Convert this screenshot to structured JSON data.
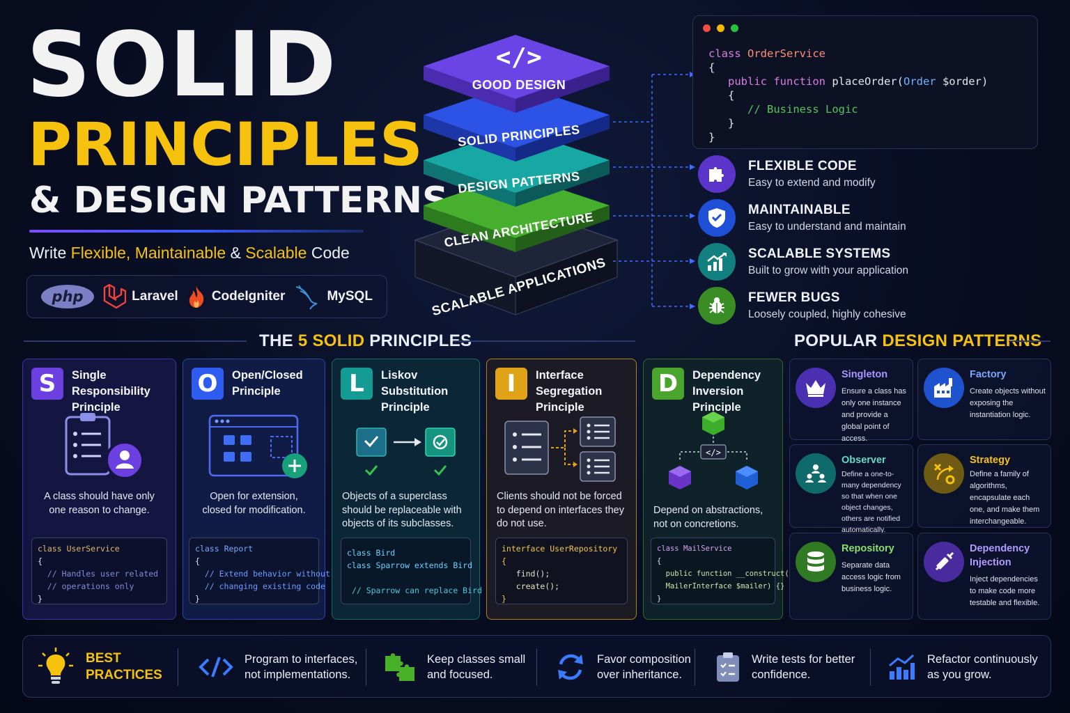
{
  "hero": {
    "title_line1": "SOLID",
    "title_line2": "PRINCIPLES",
    "title_line3": "& DESIGN PATTERNS",
    "tagline": {
      "prefix": "Write ",
      "word1": "Flexible",
      "sep1": ", ",
      "word2": "Maintainable",
      "sep2": " & ",
      "word3": "Scalable",
      "suffix": " Code"
    },
    "tech": [
      "php",
      "Laravel",
      "CodeIgniter",
      "MySQL"
    ]
  },
  "stack": {
    "layers": [
      "GOOD DESIGN",
      "SOLID PRINCIPLES",
      "DESIGN PATTERNS",
      "CLEAN ARCHITECTURE",
      "SCALABLE APPLICATIONS"
    ],
    "top_glyph": "</>",
    "colors": [
      "#6a3ee0",
      "#2e4fe0",
      "#129a9a",
      "#3aa330",
      "#1c2236"
    ]
  },
  "code_window": {
    "line1_kw": "class",
    "line1_cls": "OrderService",
    "line2": "{",
    "line3_kw": "public function",
    "line3_fn": " placeOrder(",
    "line3_type": "Order",
    "line3_arg": " $order)",
    "line4": "{",
    "line5": "// Business Logic",
    "line6": "}",
    "line7": "}"
  },
  "benefits": [
    {
      "title": "FLEXIBLE CODE",
      "desc": "Easy to extend and modify",
      "icon": "puzzle-icon",
      "color": "#5b34c9"
    },
    {
      "title": "MAINTAINABLE",
      "desc": "Easy to understand and maintain",
      "icon": "shield-icon",
      "color": "#1e4fd6"
    },
    {
      "title": "SCALABLE SYSTEMS",
      "desc": "Built to grow with your application",
      "icon": "growth-chart-icon",
      "color": "#12807e"
    },
    {
      "title": "FEWER BUGS",
      "desc": "Loosely coupled, highly cohesive",
      "icon": "bug-icon",
      "color": "#3a8c24"
    }
  ],
  "principles_header": {
    "pre": "THE ",
    "num": "5",
    "solid": " SOLID",
    "post": " PRINCIPLES"
  },
  "patterns_header": {
    "pre": "POPULAR ",
    "hl": "DESIGN PATTERNS"
  },
  "principles": [
    {
      "letter": "S",
      "title": "Single Responsibility Principle",
      "desc": "A class should have only one reason to change.",
      "code": "class UserService\n{\n  // Handles user related\n  // operations only\n}",
      "color": "#6b3fe0",
      "border": "#3f36a8",
      "bg": "#131540"
    },
    {
      "letter": "O",
      "title": "Open/Closed Principle",
      "desc": "Open for extension, closed for modification.",
      "code": "class Report\n{\n  // Extend behavior without\n  // changing existing code\n}",
      "color": "#2f5cf0",
      "border": "#2c47a8",
      "bg": "#0f1a45"
    },
    {
      "letter": "L",
      "title": "Liskov Substitution Principle",
      "desc": "Objects of a superclass should be replaceable with objects of its subclasses.",
      "code": "class Bird\nclass Sparrow extends Bird\n\n // Sparrow can replace Bird",
      "color": "#149c94",
      "border": "#176b68",
      "bg": "#0b2636"
    },
    {
      "letter": "I",
      "title": "Interface Segregation Principle",
      "desc": "Clients should not be forced to depend on interfaces they do not use.",
      "code": "interface UserRepository\n{\n   find();\n   create();\n}",
      "color": "#e0a317",
      "border": "#b08314",
      "bg": "#1c1a24"
    },
    {
      "letter": "D",
      "title": "Dependency Inversion Principle",
      "desc": "Depend on abstractions, not on concretions.",
      "code": "class MailService\n{\n  public function __construct(\n  MailerInterface $mailer) {}\n}",
      "color": "#49a52c",
      "border": "#2f6b26",
      "bg": "#0f2128"
    }
  ],
  "patterns": [
    {
      "title": "Singleton",
      "desc": "Ensure a class has only one instance and provide a global point of access.",
      "icon": "crown-icon",
      "color": "#4a2fb0",
      "tcolor": "#9d8cff"
    },
    {
      "title": "Factory",
      "desc": "Create objects without exposing the instantiation logic.",
      "icon": "factory-icon",
      "color": "#1f52cf",
      "tcolor": "#6d9cff"
    },
    {
      "title": "Observer",
      "desc": "Define a one-to-many dependency so that when one object changes, others are notified automatically.",
      "icon": "people-icon",
      "color": "#0f6b6b",
      "tcolor": "#4fd6c6"
    },
    {
      "title": "Strategy",
      "desc": "Define a family of algorithms, encapsulate each one, and make them interchangeable.",
      "icon": "strategy-icon",
      "color": "#6e5a12",
      "tcolor": "#f7c20e"
    },
    {
      "title": "Repository",
      "desc": "Separate data access logic from business logic.",
      "icon": "database-icon",
      "color": "#2f7a22",
      "tcolor": "#79d65a"
    },
    {
      "title": "Dependency Injection",
      "desc": "Inject dependencies to make code more testable and flexible.",
      "icon": "syringe-icon",
      "color": "#4a2b9e",
      "tcolor": "#a98cff"
    }
  ],
  "best_practices": {
    "label_line1": "BEST",
    "label_line2": "PRACTICES",
    "items": [
      {
        "line1": "Program to interfaces,",
        "line2": "not implementations.",
        "icon": "code-brackets-icon"
      },
      {
        "line1": "Keep classes small",
        "line2": "and focused.",
        "icon": "puzzle-pieces-icon"
      },
      {
        "line1": "Favor composition",
        "line2": "over inheritance.",
        "icon": "refresh-arrows-icon"
      },
      {
        "line1": "Write tests for better",
        "line2": "confidence.",
        "icon": "clipboard-check-icon"
      },
      {
        "line1": "Refactor continuously",
        "line2": "as you grow.",
        "icon": "trend-chart-icon"
      }
    ]
  }
}
